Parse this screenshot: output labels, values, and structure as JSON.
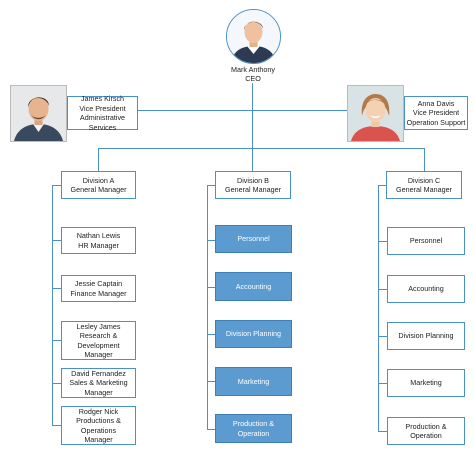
{
  "ceo": {
    "name": "Mark Anthony",
    "title": "CEO"
  },
  "vp_left": {
    "name": "James Kirsch",
    "title": "Vice President",
    "dept": "Administrative Services"
  },
  "vp_right": {
    "name": "Anna Davis",
    "title": "Vice President",
    "dept": "Operation Support"
  },
  "division_a": {
    "name": "Division A",
    "title": "General Manager",
    "staff": [
      {
        "lines": [
          "Nathan Lewis",
          "HR Manager"
        ]
      },
      {
        "lines": [
          "Jessie Captain",
          "Finance Manager"
        ]
      },
      {
        "lines": [
          "Lesley James",
          "Research &",
          "Development",
          "Manager"
        ]
      },
      {
        "lines": [
          "David Fernandez",
          "Sales & Marketing",
          "Manager"
        ]
      },
      {
        "lines": [
          "Rodger Nick",
          "Productions &",
          "Operations",
          "Manager"
        ]
      }
    ]
  },
  "division_b": {
    "name": "Division B",
    "title": "General Manager",
    "units": [
      {
        "lines": [
          "Personnel"
        ]
      },
      {
        "lines": [
          "Accounting"
        ]
      },
      {
        "lines": [
          "Division Planning"
        ]
      },
      {
        "lines": [
          "Marketing"
        ]
      },
      {
        "lines": [
          "Production &",
          "Operation"
        ]
      }
    ]
  },
  "division_c": {
    "name": "Division C",
    "title": "General Manager",
    "units": [
      {
        "lines": [
          "Personnel"
        ]
      },
      {
        "lines": [
          "Accounting"
        ]
      },
      {
        "lines": [
          "Division Planning"
        ]
      },
      {
        "lines": [
          "Marketing"
        ]
      },
      {
        "lines": [
          "Production &",
          "Operation"
        ]
      }
    ]
  },
  "colors": {
    "line": "#4a90c9",
    "filled_box": "#5b9bd0"
  }
}
